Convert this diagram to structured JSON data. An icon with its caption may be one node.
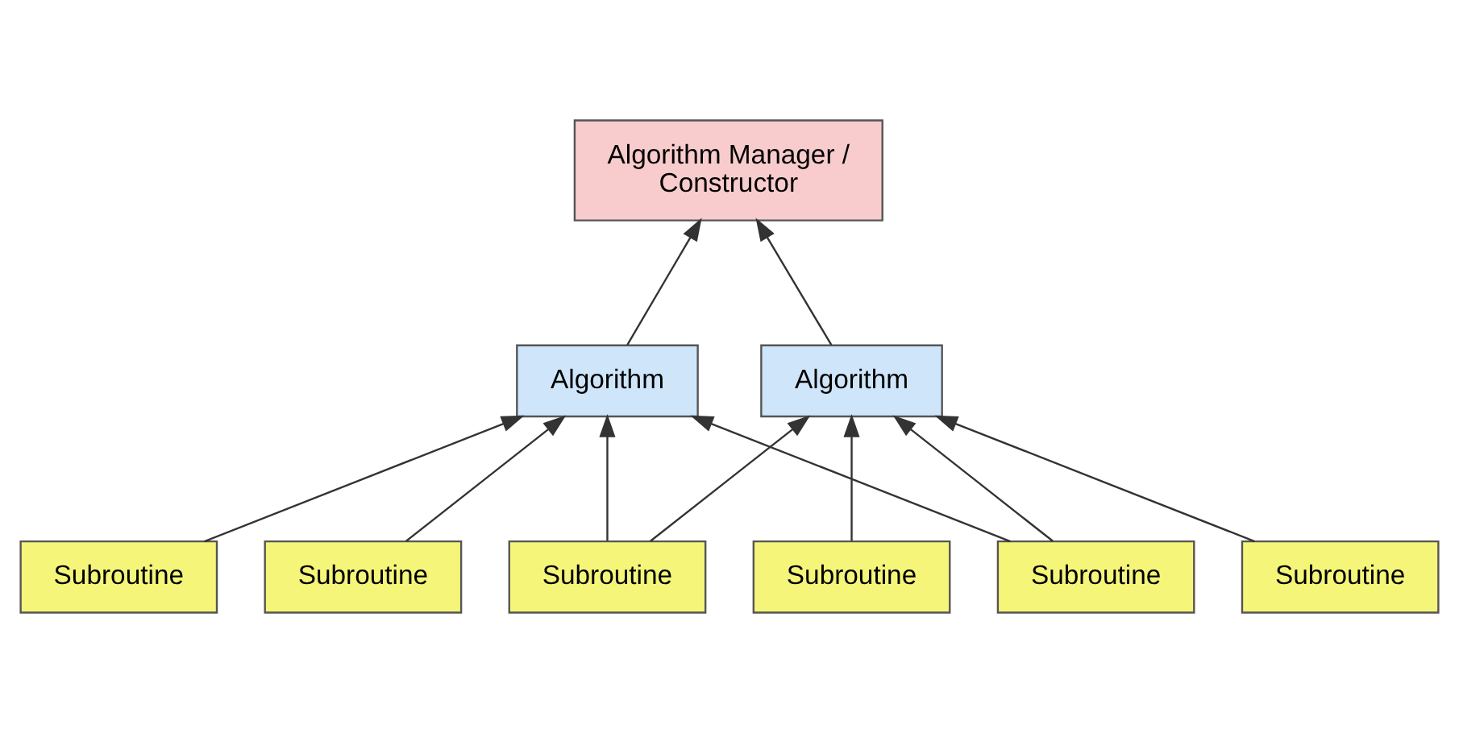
{
  "diagram": {
    "nodes": [
      {
        "text": [
          "Algorithm Manager / Constructor"
        ]
      },
      {
        "text": [
          "Algorithm"
        ]
      },
      {
        "text": [
          "Algorithm"
        ]
      },
      {
        "text": [
          "Subroutine"
        ]
      },
      {
        "text": [
          "Subroutine"
        ]
      },
      {
        "text": [
          "Subroutine"
        ]
      },
      {
        "text": [
          "Subroutine"
        ]
      },
      {
        "text": [
          "Subroutine"
        ]
      },
      {
        "text": [
          "Subroutine"
        ]
      }
    ],
    "edges": [
      {
        "from": 1,
        "to": 0,
        "arrow": "to"
      },
      {
        "from": 2,
        "to": 0,
        "arrow": "to"
      },
      {
        "from": 3,
        "to": 1,
        "arrow": "to"
      },
      {
        "from": 4,
        "to": 1,
        "arrow": "to"
      },
      {
        "from": 5,
        "to": 1,
        "arrow": "to"
      },
      {
        "from": 5,
        "to": 2,
        "arrow": "to"
      },
      {
        "from": 6,
        "to": 2,
        "arrow": "to"
      },
      {
        "from": 7,
        "to": 1,
        "arrow": "to"
      },
      {
        "from": 7,
        "to": 2,
        "arrow": "to"
      },
      {
        "from": 8,
        "to": 2,
        "arrow": "to"
      }
    ]
  }
}
